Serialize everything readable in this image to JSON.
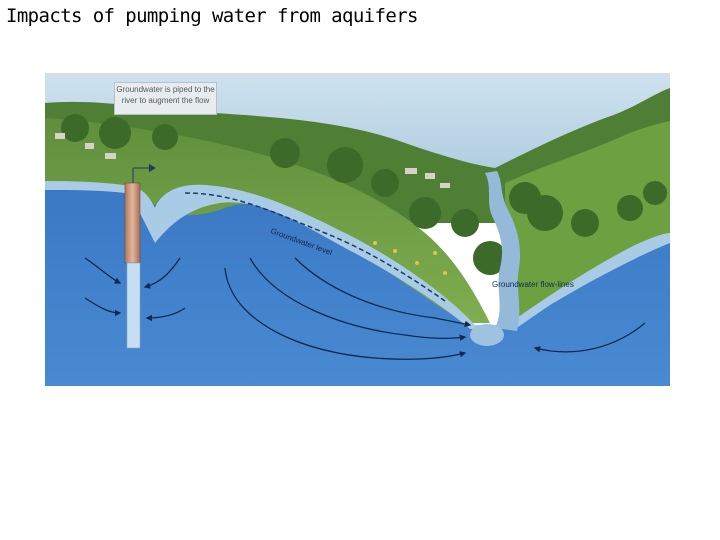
{
  "slide": {
    "title": "Impacts of pumping water from aquifers"
  },
  "figure": {
    "callout_text": "Groundwater is piped to the river to augment the flow",
    "groundwater_level_label": "Groundwater level",
    "flow_lines_label": "Groundwater flow-lines"
  },
  "colors": {
    "sky": "#bcd6e6",
    "hills": "#6f9b45",
    "aquifer": "#3f7fc9",
    "water_table_band": "#a9cbe5",
    "river": "#94b9d9",
    "flow_arrows": "#102a4d"
  },
  "icons": [
    "borehole-pipe-icon",
    "flow-arrow-icon"
  ]
}
